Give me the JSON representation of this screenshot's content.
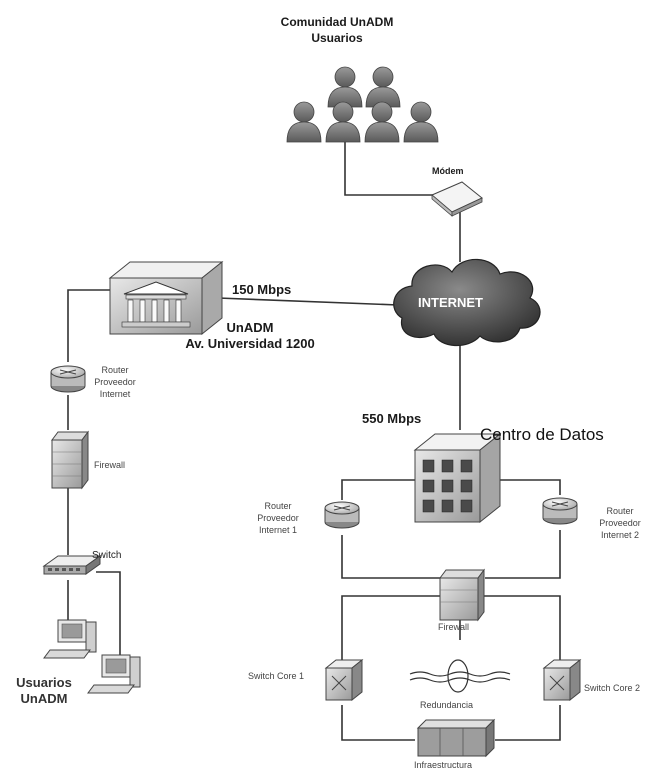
{
  "community": {
    "title": "Comunidad UnADM",
    "subtitle": "Usuarios"
  },
  "modem": {
    "label": "Módem"
  },
  "internet": {
    "label": "INTERNET"
  },
  "links": {
    "hq_speed": "150 Mbps",
    "dc_speed": "550 Mbps"
  },
  "hq": {
    "name": "UnADM",
    "address": "Av. Universidad 1200"
  },
  "left_branch": {
    "router": "Router Proveedor Internet",
    "firewall": "Firewall",
    "switch": "Switch",
    "users_line1": "Usuarios",
    "users_line2": "UnADM"
  },
  "datacenter": {
    "title": "Centro de Datos",
    "router1": "Router Proveedor Internet 1",
    "router2": "Router Proveedor Internet 2",
    "firewall": "Firewall",
    "switch_core1": "Switch Core 1",
    "switch_core2": "Switch Core 2",
    "redundancy": "Redundancia",
    "infrastructure": "Infraestructura"
  }
}
